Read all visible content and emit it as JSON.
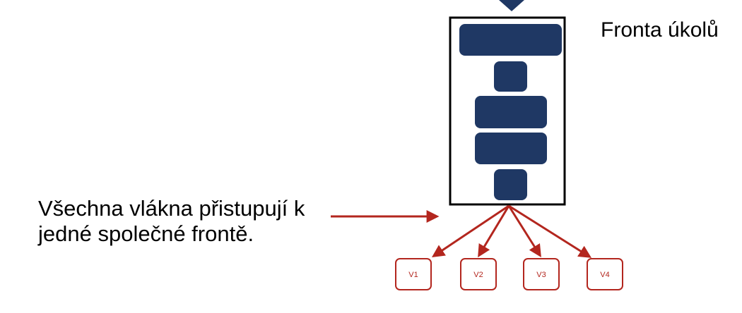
{
  "queue": {
    "label": "Fronta úkolů",
    "tasks": [
      {
        "size": "wide"
      },
      {
        "size": "small"
      },
      {
        "size": "medium"
      },
      {
        "size": "medium"
      },
      {
        "size": "small"
      }
    ]
  },
  "caption": {
    "line1": "Všechna vlákna přistupují k",
    "line2": "jedné společné frontě."
  },
  "workers": [
    {
      "label": "V1"
    },
    {
      "label": "V2"
    },
    {
      "label": "V3"
    },
    {
      "label": "V4"
    }
  ],
  "colors": {
    "task_fill": "#1f3864",
    "arrow_red": "#b3261e",
    "queue_border": "#000000"
  }
}
